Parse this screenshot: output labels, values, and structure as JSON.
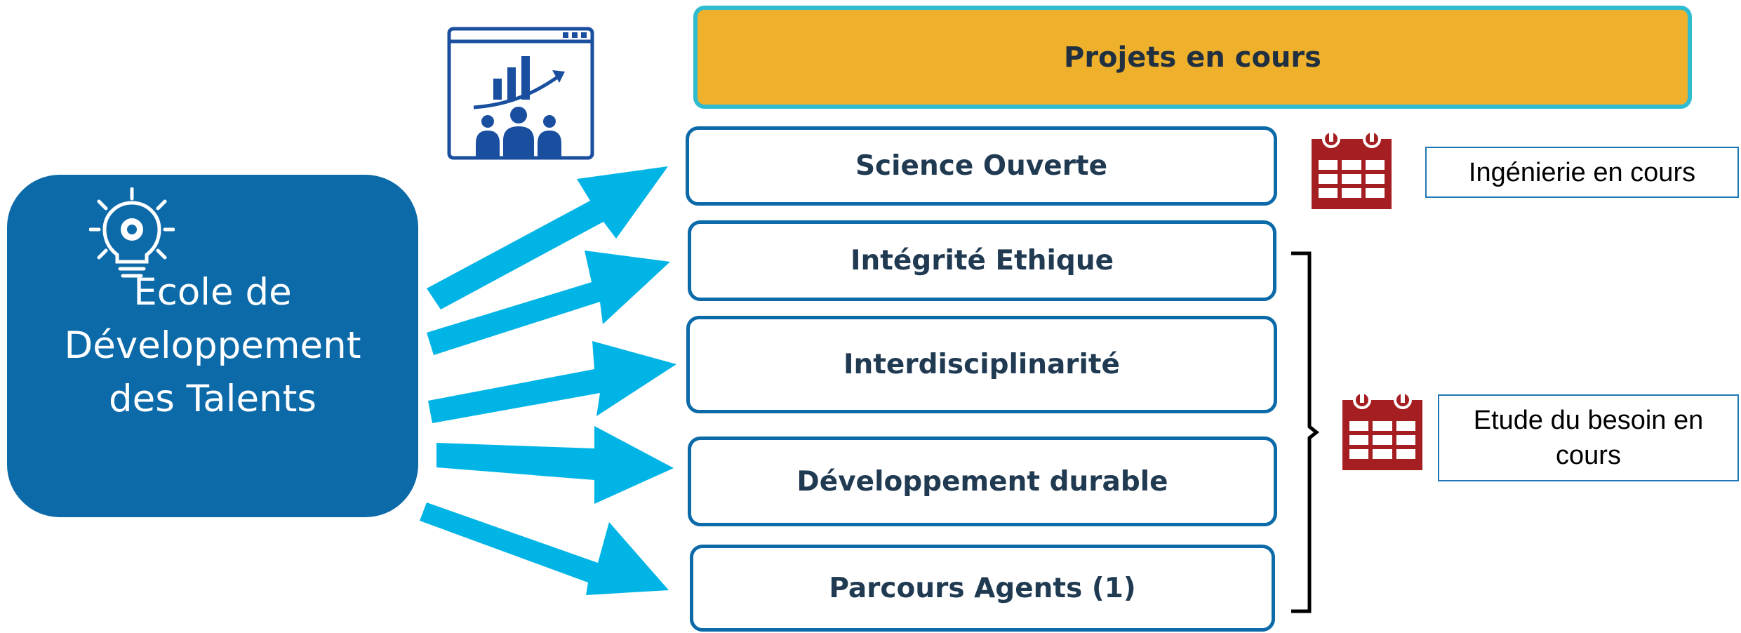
{
  "source": {
    "label": "Ecole de\nDéveloppement\ndes Talents",
    "icon": "lightbulb-gear-icon"
  },
  "header": {
    "label": "Projets en cours",
    "fill": "#efb02c"
  },
  "projects": [
    {
      "label": "Science Ouverte"
    },
    {
      "label": "Intégrité Ethique"
    },
    {
      "label": "Interdisciplinarité"
    },
    {
      "label": "Développement durable"
    },
    {
      "label": "Parcours Agents (1)"
    }
  ],
  "statuses": [
    {
      "label": "Ingénierie en cours",
      "icon": "calendar-icon"
    },
    {
      "label": "Etude du besoin en\ncours",
      "icon": "calendar-icon"
    }
  ],
  "icons": {
    "presentation": "presentation-chart-icon"
  },
  "colors": {
    "primary": "#0c6aa9",
    "arrow": "#00b4e5",
    "accent": "#efb02c",
    "calendar": "#a51e22"
  }
}
